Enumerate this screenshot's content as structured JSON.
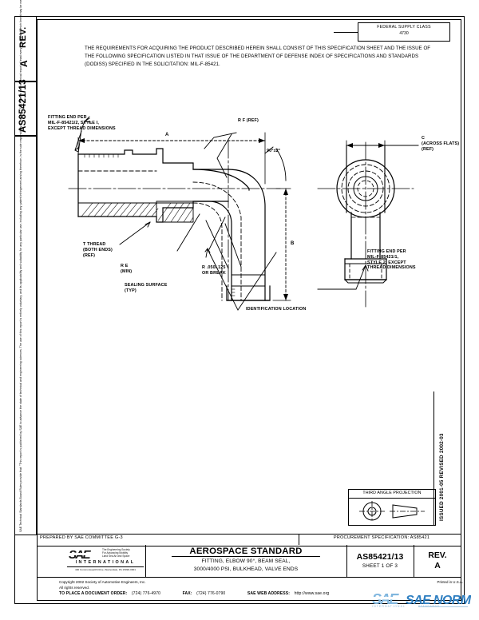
{
  "document": {
    "rev_label": "REV.",
    "rev_value": "A",
    "doc_number": "AS85421/13",
    "legal_notice": "SAE Technical Standards Board Rules provide that: \"This report is published by SAE to advance the state of technical and engineering sciences. The use of this report is entirely voluntary, and its applicability and suitability for any particular use, including any patent infringement arising therefrom, is the sole responsibility of the user.\"   SAE reviews each technical report at least every five years at which time it may be reaffirmed, revised, or cancelled. SAE invites your written comments and suggestions."
  },
  "federal_supply_class": {
    "title": "FEDERAL SUPPLY CLASS",
    "value": "4730"
  },
  "requirement": {
    "text": "THE REQUIREMENTS FOR ACQUIRING THE PRODUCT DESCRIBED HEREIN SHALL CONSIST OF THIS SPECIFICATION SHEET AND THE ISSUE OF THE FOLLOWING SPECIFICATION LISTED IN THAT ISSUE OF THE DEPARTMENT OF DEFENSE INDEX OF SPECIFICATIONS AND STANDARDS (DODISS) SPECIFIED IN THE SOLICITATION: MIL-F-85421."
  },
  "drawing": {
    "callouts": {
      "fitting_end_left": "FITTING END PER\nMIL-F-85421/2, STYLE I,\nEXCEPT THREAD DIMENSIONS",
      "rf_ref": "R F (REF)",
      "angle": "90°±2°",
      "across_flats": "C\n(ACROSS FLATS)\n(REF)",
      "t_thread": "T THREAD\n(BOTH ENDS)\n(REF)",
      "r_e_min": "R E\n(MIN)",
      "r_break": "R .050/.125\nOR BREAK",
      "sealing_surface": "SEALING SURFACE\n(TYP)",
      "identification_location": "IDENTIFICATION LOCATION",
      "fitting_end_right": "FITTING END PER\nMIL-F-85421/1,\nSTYLE 2, EXCEPT\nTHREAD DIMENSIONS"
    },
    "dimensions": {
      "a": "A",
      "b": "B"
    }
  },
  "third_angle_projection": {
    "title": "THIRD ANGLE PROJECTION"
  },
  "issue_info": {
    "text": "ISSUED 2001-05    REVISED 2002-03"
  },
  "title_block": {
    "prepared_by": "PREPARED BY SAE COMMITTEE G-3",
    "procurement_specification": "PROCUREMENT SPECIFICATION: AS85421",
    "standard_type": "AEROSPACE STANDARD",
    "description_line1": "FITTING, ELBOW 90°, BEAM SEAL,",
    "description_line2": "3000/4000 PSI, BULKHEAD, VALVE ENDS",
    "doc_number": "AS85421/13",
    "sheet": "SHEET 1 OF 3",
    "rev_label": "REV.",
    "rev_value": "A"
  },
  "sae_logo": {
    "mark": "SAE",
    "tagline": "The Engineering Society\nFor Advancing Mobility\nLand Sea Air and Space",
    "international": "INTERNATIONAL",
    "address": "400 Commonwealth Drive, Warrendale, PA  15096-0001"
  },
  "footer": {
    "copyright_line1": "Copyright 2002 Society of Automotive Engineers, Inc.",
    "copyright_line2": "All rights reserved.",
    "order_label": "TO PLACE A DOCUMENT ORDER:",
    "order_phone": "(724) 776-4970",
    "fax_label": "FAX:",
    "fax_number": "(724) 776-0790",
    "web_label": "SAE WEB ADDRESS:",
    "web_url": "http://www.sae.org",
    "printed_in": "Printed in U.S.A."
  },
  "watermark": {
    "mark": "SAE",
    "word": "SAE NORM",
    "sub": "INTERNATIONAL",
    "sub2": "STANDARDS"
  },
  "colors": {
    "line": "#000000",
    "watermark_light": "#7fb6de",
    "watermark_dark": "#2f7fc1"
  }
}
